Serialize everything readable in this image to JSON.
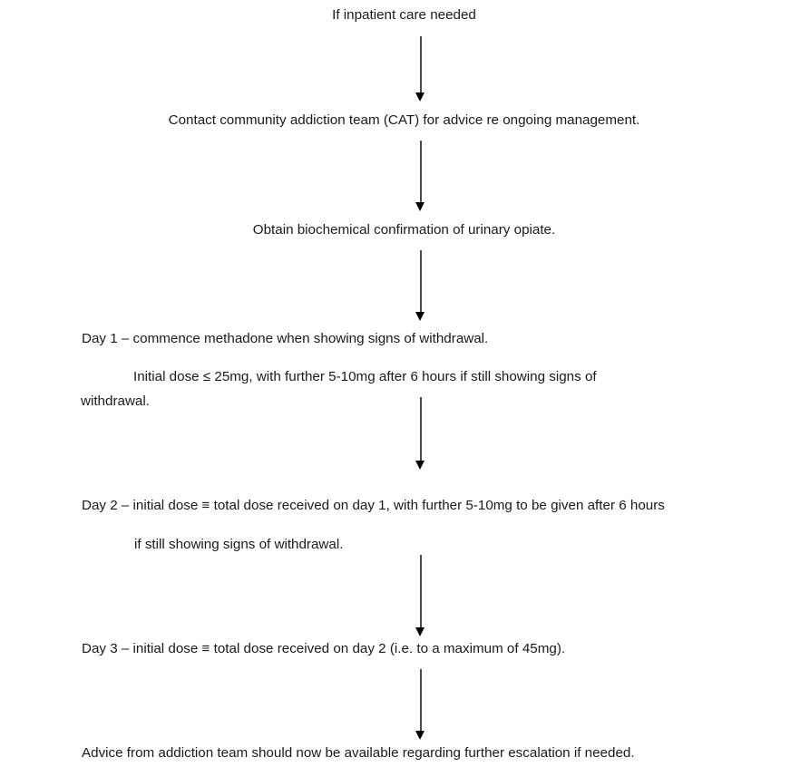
{
  "document": {
    "title": "Opiate withdrawal inpatient management flowchart",
    "background_color": "#ffffff",
    "text_color": "#1a1a1a",
    "connector_color": "#4a4a4a",
    "arrowhead_color": "#000000"
  },
  "flow": {
    "steps": [
      {
        "id": "step-1",
        "align": "center",
        "text": "If inpatient care needed"
      },
      {
        "id": "step-2",
        "align": "center",
        "text": "Contact community addiction team (CAT) for advice re ongoing management."
      },
      {
        "id": "step-3",
        "align": "center",
        "text": "Obtain biochemical confirmation of urinary opiate."
      },
      {
        "id": "step-4",
        "align": "left",
        "text": "Day 1 – commence methadone when showing signs of withdrawal.",
        "paragraph": {
          "indented_text": "Initial dose ≤ 25mg, with further 5-10mg after 6 hours if still showing signs of",
          "continuation_text": "withdrawal."
        }
      },
      {
        "id": "step-5",
        "align": "left",
        "text": "Day 2 – initial dose ≡ total dose received on day 1, with further 5-10mg to be given after 6 hours",
        "subline": "if still showing signs of withdrawal."
      },
      {
        "id": "step-6",
        "align": "left",
        "text": "Day 3 – initial dose ≡ total dose received on day 2 (i.e. to a maximum of 45mg)."
      },
      {
        "id": "step-7",
        "align": "left",
        "text": "Advice from addiction team should now be available regarding further escalation if needed."
      }
    ],
    "connectors": [
      {
        "id": "arrow-1",
        "from": "step-1",
        "to": "step-2"
      },
      {
        "id": "arrow-2",
        "from": "step-2",
        "to": "step-3"
      },
      {
        "id": "arrow-3",
        "from": "step-3",
        "to": "step-4"
      },
      {
        "id": "arrow-4",
        "from": "step-4",
        "to": "step-5"
      },
      {
        "id": "arrow-5",
        "from": "step-5",
        "to": "step-6"
      },
      {
        "id": "arrow-6",
        "from": "step-6",
        "to": "step-7"
      }
    ]
  }
}
